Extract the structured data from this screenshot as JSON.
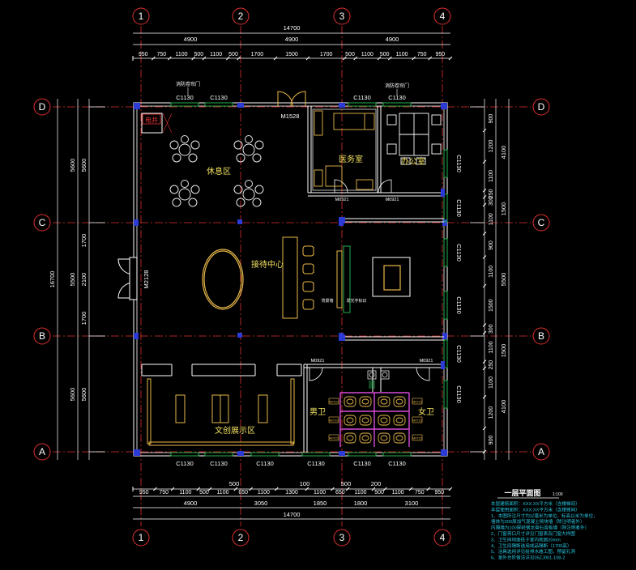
{
  "colors": {
    "background": "#000000",
    "axis": "#e03030",
    "dim": "#ffffff",
    "wall": "#ffffff",
    "wall_blue": "#2d3bd6",
    "window": "#22b14c",
    "furniture": "#e8b84a",
    "fixture": "#e8e8e8",
    "partition": "#d84ad8",
    "note": "#27c6e0",
    "label": "#f0e060"
  },
  "axes": {
    "vertical": [
      "1",
      "2",
      "3",
      "4"
    ],
    "horizontal": [
      "A",
      "B",
      "C",
      "D"
    ]
  },
  "dims": {
    "top_total": "14700",
    "top_mid": [
      "4900",
      "4900",
      "4900"
    ],
    "top_detail": [
      "950",
      "750",
      "1100",
      "500",
      "1100",
      "500",
      "1700",
      "1500",
      "1700",
      "500",
      "1100",
      "500",
      "1100",
      "750",
      "950"
    ],
    "bottom_detail": [
      "950",
      "750",
      "1100",
      "500",
      "1100",
      "650",
      "1100",
      "1300",
      "1100",
      "650",
      "1100",
      "500",
      "1100",
      "750",
      "950"
    ],
    "bottom_extra": [
      "500",
      "100",
      "500",
      "200"
    ],
    "bottom_mid": [
      "4900",
      "3050",
      "1850",
      "1800",
      "3100"
    ],
    "bottom_total": "14700",
    "left_total": "16700",
    "left_mid": [
      "5600",
      "5500",
      "5600"
    ],
    "left_outer": [
      "5600",
      "1700",
      "2100",
      "1700",
      "5600"
    ],
    "right_detail": [
      "900",
      "1200",
      "1100",
      "250",
      "300",
      "1100",
      "900",
      "1100",
      "1500",
      "300",
      "1100",
      "250",
      "1100",
      "1200",
      "900"
    ],
    "right_mid": [
      "4100",
      "1500",
      "5500",
      "1500",
      "4100"
    ]
  },
  "labels": {
    "window": "C1130",
    "door_main": "M1528",
    "door_side": "M2128",
    "door_small": "M0921",
    "elevator": "电井",
    "lounge": "休息区",
    "reception": "接待中心",
    "medical": "医务室",
    "office": "办公室",
    "exhibit": "文创展示区",
    "men": "男卫",
    "women": "女卫",
    "stall": "M0721",
    "callout_a": "消防卷帘门",
    "callout_b": "消防卷帘门",
    "note_a": "背景墙",
    "note_b": "发光字标识"
  },
  "notes": {
    "title": "一层平面图",
    "scale": "1:100",
    "lines": [
      "本层建筑面积：XXX.XX平方米（含楼梯间）",
      "本层使用面积：XXX.XX平方米（含楼梯间）",
      "1、本图所注尺寸均以毫米为单位，标高以米为单位，",
      "   墙体为200厚加气混凝土砌块墙（除注明者外）",
      "   内隔墙为100厚轻钢龙骨石膏板墙（除注明者外）",
      "2、门窗洞口尺寸详见门窗表及门窗大样图",
      "3、卫生间地面低于室内地面20mm",
      "4、卫生间隔断选用成品隔断（1700高）",
      "5、洁具选用详见给排水施工图，预留孔洞",
      "6、室外台阶做法详见05ZJ001-108-2"
    ]
  }
}
